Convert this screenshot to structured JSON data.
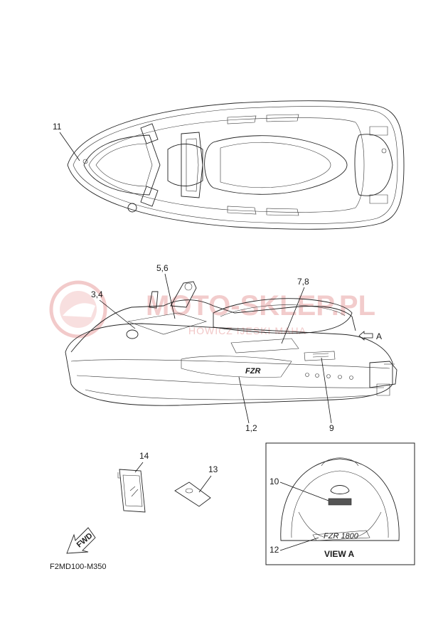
{
  "callouts": {
    "c11": "11",
    "c56": "5,6",
    "c34": "3,4",
    "c78": "7,8",
    "c12": "1,2",
    "c9": "9",
    "c14": "14",
    "c13": "13",
    "c10": "10",
    "c12b": "12"
  },
  "view_arrow_label": "A",
  "view_label": "VIEW A",
  "fwd_label": "FWD",
  "drawing_code": "F2MD100-M350",
  "watermark": {
    "title": "MOTO-SKLEP.PL",
    "subtitle": "HOWICZ  IJESKI  MAHA"
  },
  "colors": {
    "line": "#222222",
    "watermark": "#e9a3a3",
    "background": "#ffffff"
  }
}
